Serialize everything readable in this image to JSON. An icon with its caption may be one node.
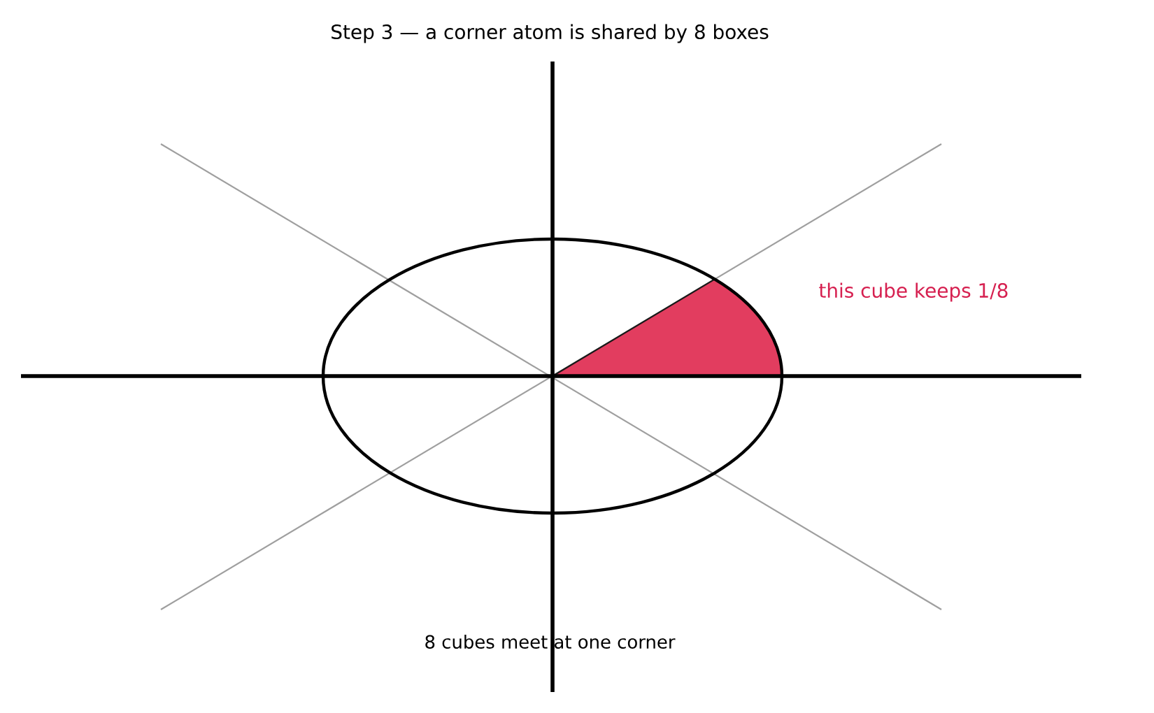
{
  "diagram": {
    "title": "Step 3 — a corner atom is shared by 8 boxes",
    "labels": [
      "this cube keeps 1/8",
      "8 cubes meet at one corner"
    ]
  }
}
